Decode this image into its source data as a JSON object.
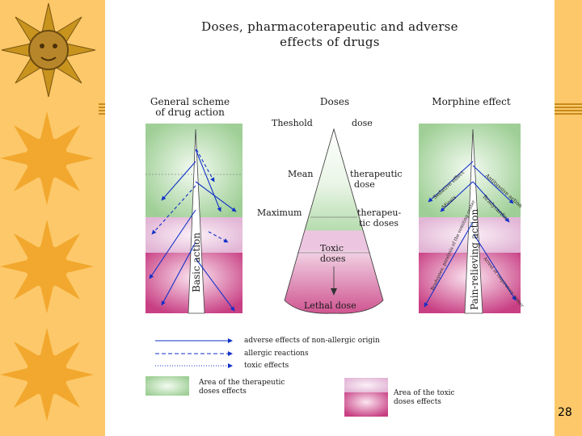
{
  "title_line1": "Doses, pharmacoterapeutic and adverse",
  "title_line2": "effects of drugs",
  "columns": {
    "general_line1": "General scheme",
    "general_line2": "of drug action",
    "doses": "Doses",
    "morphine": "Morphine effect"
  },
  "dose_labels": {
    "threshold_a": "Theshold",
    "threshold_b": "dose",
    "mean_a": "Mean",
    "mean_b": "therapeutic",
    "mean_c": "dose",
    "max_a": "Maximum",
    "max_b": "therapeu-",
    "max_c": "tic doses",
    "toxic_a": "Toxic",
    "toxic_b": "doses",
    "lethal": "Lethal dose"
  },
  "basic_action": "Basic action",
  "pain_relieving": "Pain-relieving action",
  "morphine_effects": {
    "m1": "Sedative effect",
    "m2": "Antitussive action",
    "m3": "Miosis",
    "m4": "Bradycardia",
    "m5": "Bradypnea, paralysis of the vomiting center",
    "m6": "Arrest of respiratory center"
  },
  "legend": {
    "non_allergic": "adverse effects of non-allergic origin",
    "allergic": "allergic reactions",
    "toxic": "toxic effects",
    "therapeutic_area_1": "Area of the therapeutic",
    "therapeutic_area_2": "doses effects",
    "toxic_area_1": "Area of the toxic",
    "toxic_area_2": "doses effects"
  },
  "slide_number": "28",
  "colors": {
    "background": "#fcc86a",
    "therapeutic_green": "#a8d5a0",
    "toxic_pink": "#e9c0dc",
    "toxic_magenta": "#cf4d8c",
    "arrow_blue": "#1030c8"
  }
}
